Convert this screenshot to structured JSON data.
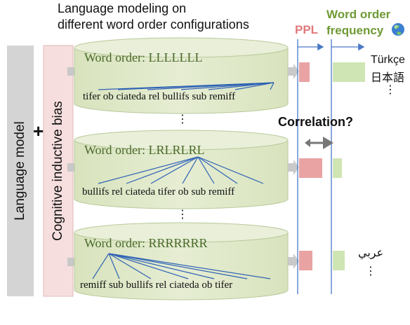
{
  "title": {
    "line1": "Language modeling on",
    "line2": "different word order configurations"
  },
  "left": {
    "model_label": "Language model",
    "plus": "+",
    "bias_label": "Cognitive inductive bias"
  },
  "rows": [
    {
      "word_order_label": "Word order: LLLLLLL",
      "sentence": "tifer ob ciateda rel bullifs sub remiff"
    },
    {
      "word_order_label": "Word order: LRLRLRL",
      "sentence": "bullifs rel ciateda tifer  ob sub remiff"
    },
    {
      "word_order_label": "Word order: RRRRRRR",
      "sentence": "remiff sub bullifs  rel ciateda ob tifer"
    }
  ],
  "ellipsis": "⋮",
  "columns": {
    "ppl": "PPL",
    "wof_line1": "Word order",
    "wof_line2": "frequency"
  },
  "correlation": "Correlation?",
  "languages": {
    "turkish": "Türkçe",
    "japanese": "日本語",
    "arabic": "عربي"
  },
  "icons": {
    "globe": "globe-icon"
  },
  "colors": {
    "ppl": "#e9a3a3",
    "ppl_text": "#e07a7a",
    "freq": "#cfe5b4",
    "freq_text": "#6f9a35",
    "cylinder": "#dfe8c8",
    "cylinder_edge": "#b8c99a",
    "tree": "#2e62b5",
    "arrow": "#4a79c6"
  }
}
